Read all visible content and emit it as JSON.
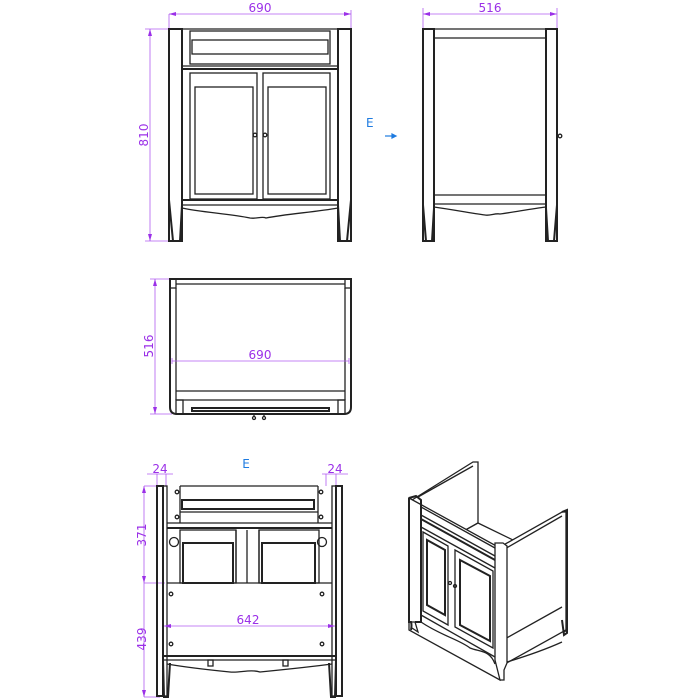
{
  "drawing": {
    "subject": "Bathroom vanity base cabinet with two doors",
    "views": {
      "front": {
        "dimensions": {
          "width": "690",
          "height": "810"
        }
      },
      "side": {
        "dimensions": {
          "depth": "516"
        },
        "section_marker": "E"
      },
      "top": {
        "dimensions": {
          "depth": "516",
          "width": "690"
        }
      },
      "section_e": {
        "label": "E",
        "dimensions": {
          "left_side_thickness": "24",
          "right_side_thickness": "24",
          "upper_height": "371",
          "lower_height": "439",
          "inner_width": "642"
        }
      },
      "isometric": {}
    },
    "colors": {
      "lines": "#222222",
      "dimensions": "#9b30e8",
      "section_marker": "#1e7be0"
    }
  }
}
